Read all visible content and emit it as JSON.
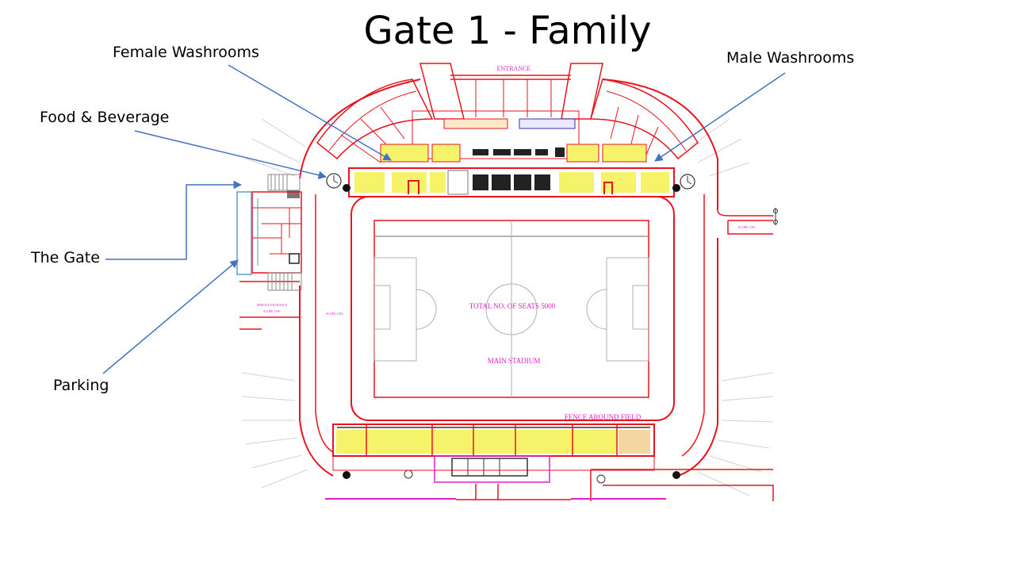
{
  "slide": {
    "title": "Gate 1 - Family"
  },
  "callouts": {
    "female_washrooms": "Female Washrooms",
    "male_washrooms": "Male Washrooms",
    "food_beverage": "Food & Beverage",
    "the_gate": "The Gate",
    "parking": "Parking"
  },
  "plan": {
    "entrance": "ENTRANCE",
    "total_seats": "TOTAL NO. OF SEATS 5000",
    "main_stadium": "MAIN  STADIUM",
    "fence": "FENCE AROUND FIELD",
    "service_entrance": "SERVICE ENTRANCE",
    "slope_left": "SLOPE 1:8%",
    "slope_mid": "SLOPE 1:8%",
    "slope_right": "SLOPE 1:8%"
  },
  "colors": {
    "plan_red": "#e8141e",
    "label_magenta": "#e020c8",
    "seat_yellow": "#f6f36a",
    "arrow_blue": "#4472c4",
    "gate_box_blue": "#5b9bd5"
  }
}
